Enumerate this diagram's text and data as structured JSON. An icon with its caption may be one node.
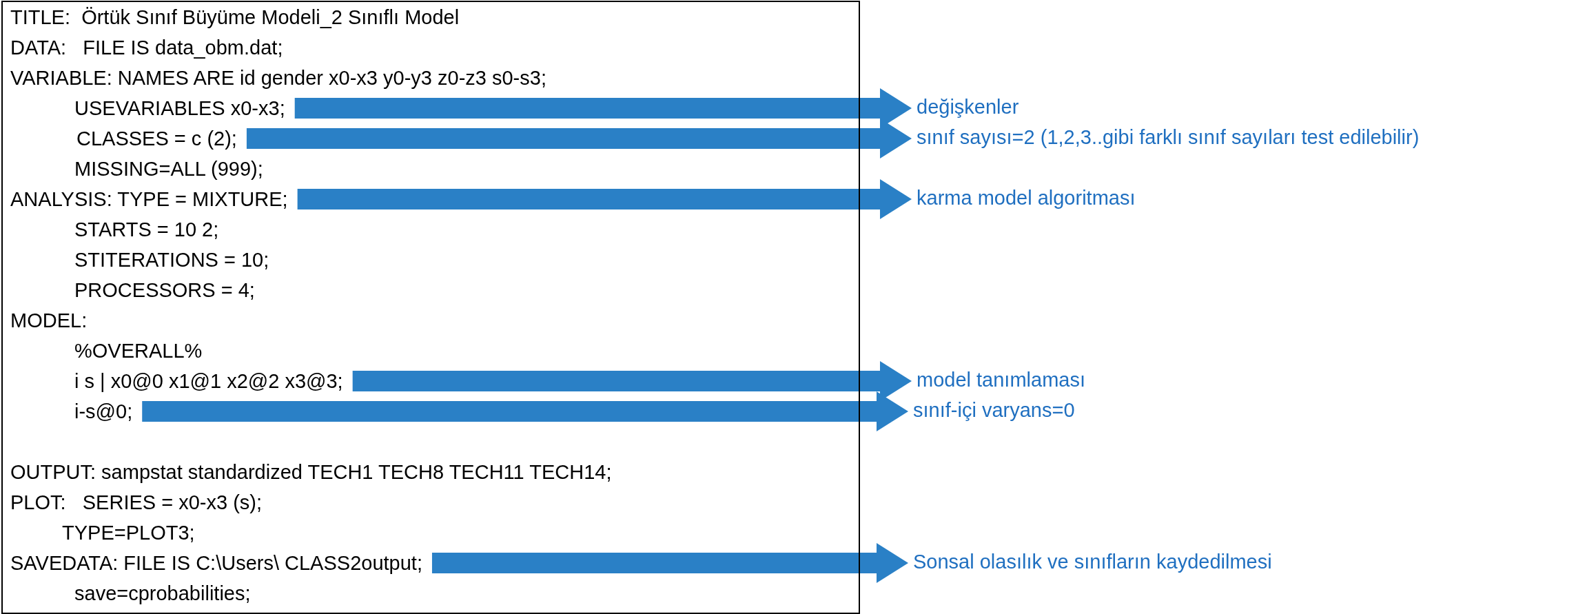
{
  "diagram": {
    "nodes": [
      {
        "text": [
          "TITLE:  Örtük Sınıf Büyüme Modeli_2 Sınıflı Model",
          "DATA:   FILE IS data_obm.dat;",
          "VARIABLE: NAMES ARE id gender x0-x3 y0-y3 z0-z3 s0-s3;",
          "MISSING=ALL (999);",
          "STARTS = 10 2;",
          "STITERATIONS = 10;",
          "PROCESSORS = 4;",
          "MODEL:",
          "%OVERALL%",
          "OUTPUT: sampstat standardized TECH1 TECH8 TECH11 TECH14;",
          "PLOT:   SERIES = x0-x3 (s);",
          "TYPE=PLOT3;",
          "save=cprobabilities;"
        ]
      },
      {
        "text": [
          "USEVARIABLES x0-x3;"
        ],
        "in": 0
      },
      {
        "text": [
          "CLASSES = c (2);"
        ],
        "in": 0
      },
      {
        "text": [
          "ANALYSIS: TYPE = MIXTURE;"
        ],
        "in": 0
      },
      {
        "text": [
          "i s | x0@0 x1@1 x2@2 x3@3;"
        ],
        "in": 0
      },
      {
        "text": [
          "i-s@0;"
        ],
        "in": 0
      },
      {
        "text": [
          "SAVEDATA: FILE IS C:\\Users\\ CLASS2output;"
        ],
        "in": 0
      },
      {
        "text": [
          "değişkenler"
        ]
      },
      {
        "text": [
          "sınıf sayısı=2 (1,2,3..gibi farklı sınıf sayıları test edilebilir)"
        ]
      },
      {
        "text": [
          "karma model algoritması"
        ]
      },
      {
        "text": [
          "model tanımlaması"
        ]
      },
      {
        "text": [
          "sınıf-içi varyans=0"
        ]
      },
      {
        "text": [
          "Sonsal olasılık ve sınıfların kaydedilmesi"
        ]
      }
    ],
    "edges": [
      {
        "from": 1,
        "to": 7,
        "arrow": "to"
      },
      {
        "from": 2,
        "to": 8,
        "arrow": "to"
      },
      {
        "from": 3,
        "to": 9,
        "arrow": "to"
      },
      {
        "from": 4,
        "to": 10,
        "arrow": "to"
      },
      {
        "from": 5,
        "to": 11,
        "arrow": "to"
      },
      {
        "from": 6,
        "to": 12,
        "arrow": "to"
      }
    ]
  }
}
